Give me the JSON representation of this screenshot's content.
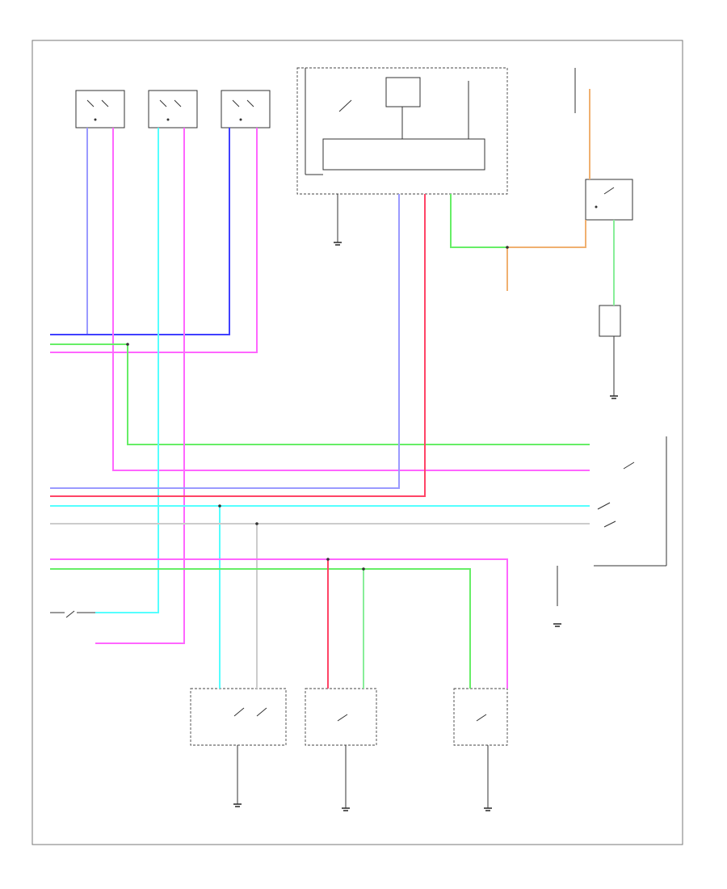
{
  "diagram": {
    "footer_code": "",
    "colors": {
      "blue": "#4040ff",
      "light_blue": "#9a9aff",
      "pink": "#ff66ff",
      "green": "#66ee66",
      "light_green": "#88ee99",
      "cyan": "#55ffff",
      "red": "#ff4466",
      "orange": "#f0b070",
      "white_wire": "#cccccc",
      "outline": "#333333"
    },
    "components": [
      {
        "id": "sensor-1",
        "label_lines": [
          "",
          "",
          ""
        ]
      },
      {
        "id": "sensor-2",
        "label_lines": [
          "",
          "",
          ""
        ]
      },
      {
        "id": "sensor-3",
        "label_lines": [
          "",
          "",
          ""
        ]
      },
      {
        "id": "control-unit",
        "label_lines": [
          "",
          "",
          ""
        ]
      },
      {
        "id": "relay-right",
        "label_lines": [
          "",
          "",
          ""
        ]
      },
      {
        "id": "module-right",
        "label_lines": [
          "",
          "",
          ""
        ]
      },
      {
        "id": "switch-assembly-right",
        "label_lines": [
          "",
          "",
          ""
        ]
      },
      {
        "id": "switch-bottom-left",
        "label_lines": [
          "",
          "",
          ""
        ]
      },
      {
        "id": "switch-bottom-center",
        "label_lines": [
          "",
          "",
          ""
        ]
      },
      {
        "id": "switch-bottom-right",
        "label_lines": [
          "",
          "",
          ""
        ]
      },
      {
        "id": "component-left",
        "label_lines": [
          "",
          "",
          ""
        ]
      }
    ]
  }
}
